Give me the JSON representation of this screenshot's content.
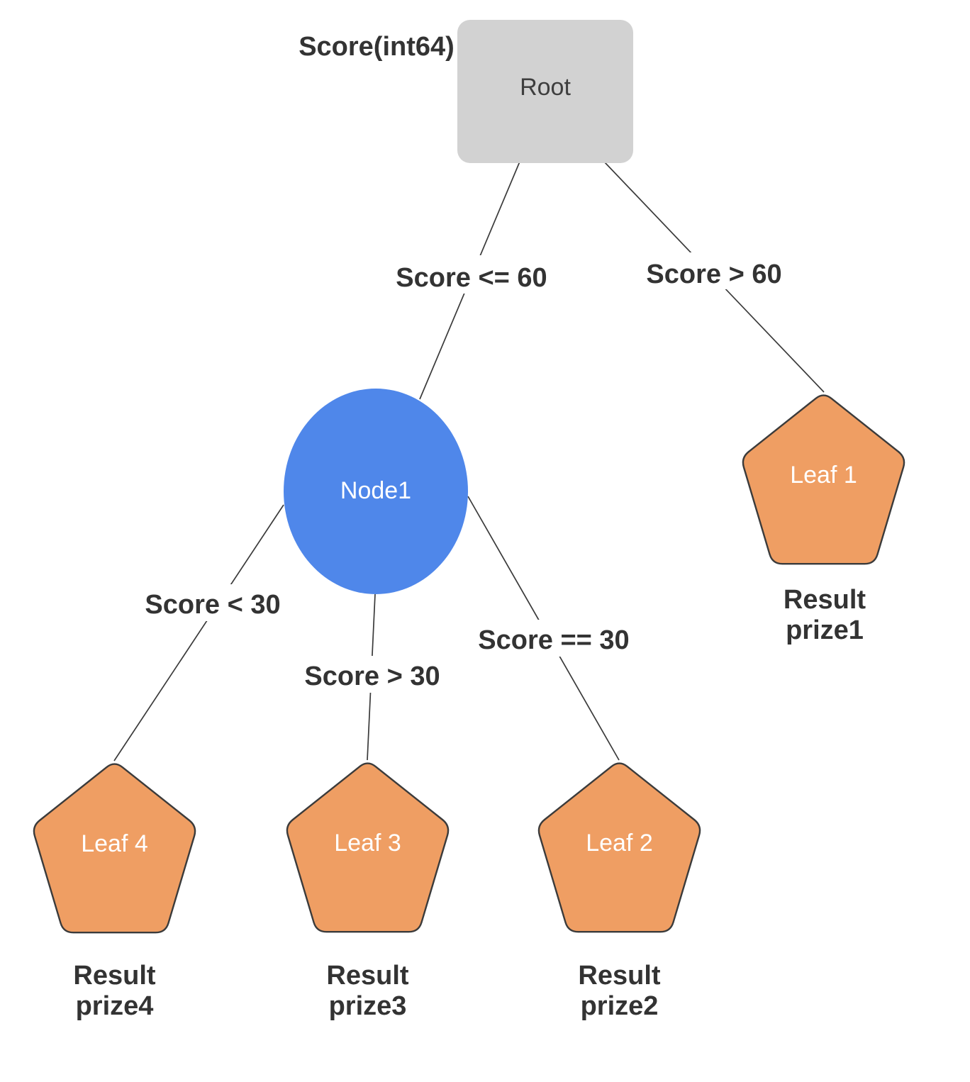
{
  "diagram": {
    "kind": "decision-tree",
    "field_label": "Score(int64)",
    "nodes": {
      "root": {
        "label": "Root",
        "shape": "rounded-rectangle",
        "fill": "#d2d2d2"
      },
      "node1": {
        "label": "Node1",
        "shape": "ellipse",
        "fill": "#4f87ea"
      },
      "leaf1": {
        "label": "Leaf 1",
        "shape": "pentagon",
        "fill": "#ef9e63",
        "result_line1": "Result",
        "result_line2": "prize1"
      },
      "leaf2": {
        "label": "Leaf 2",
        "shape": "pentagon",
        "fill": "#ef9e63",
        "result_line1": "Result",
        "result_line2": "prize2"
      },
      "leaf3": {
        "label": "Leaf 3",
        "shape": "pentagon",
        "fill": "#ef9e63",
        "result_line1": "Result",
        "result_line2": "prize3"
      },
      "leaf4": {
        "label": "Leaf 4",
        "shape": "pentagon",
        "fill": "#ef9e63",
        "result_line1": "Result",
        "result_line2": "prize4"
      }
    },
    "edges": [
      {
        "from": "Root",
        "to": "Node1",
        "label": "Score <= 60"
      },
      {
        "from": "Root",
        "to": "Leaf 1",
        "label": "Score > 60"
      },
      {
        "from": "Node1",
        "to": "Leaf 4",
        "label": "Score < 30"
      },
      {
        "from": "Node1",
        "to": "Leaf 3",
        "label": "Score > 30"
      },
      {
        "from": "Node1",
        "to": "Leaf 2",
        "label": "Score == 30"
      }
    ],
    "colors": {
      "root_fill": "#d2d2d2",
      "decision_fill": "#4f87ea",
      "leaf_fill": "#ef9e63",
      "leaf_stroke": "#3b3b3b",
      "edge_stroke": "#3a3a3a",
      "label_text": "#333333",
      "node_text_light": "#ffffff",
      "root_text": "#3e3e3e",
      "background": "#ffffff"
    }
  }
}
